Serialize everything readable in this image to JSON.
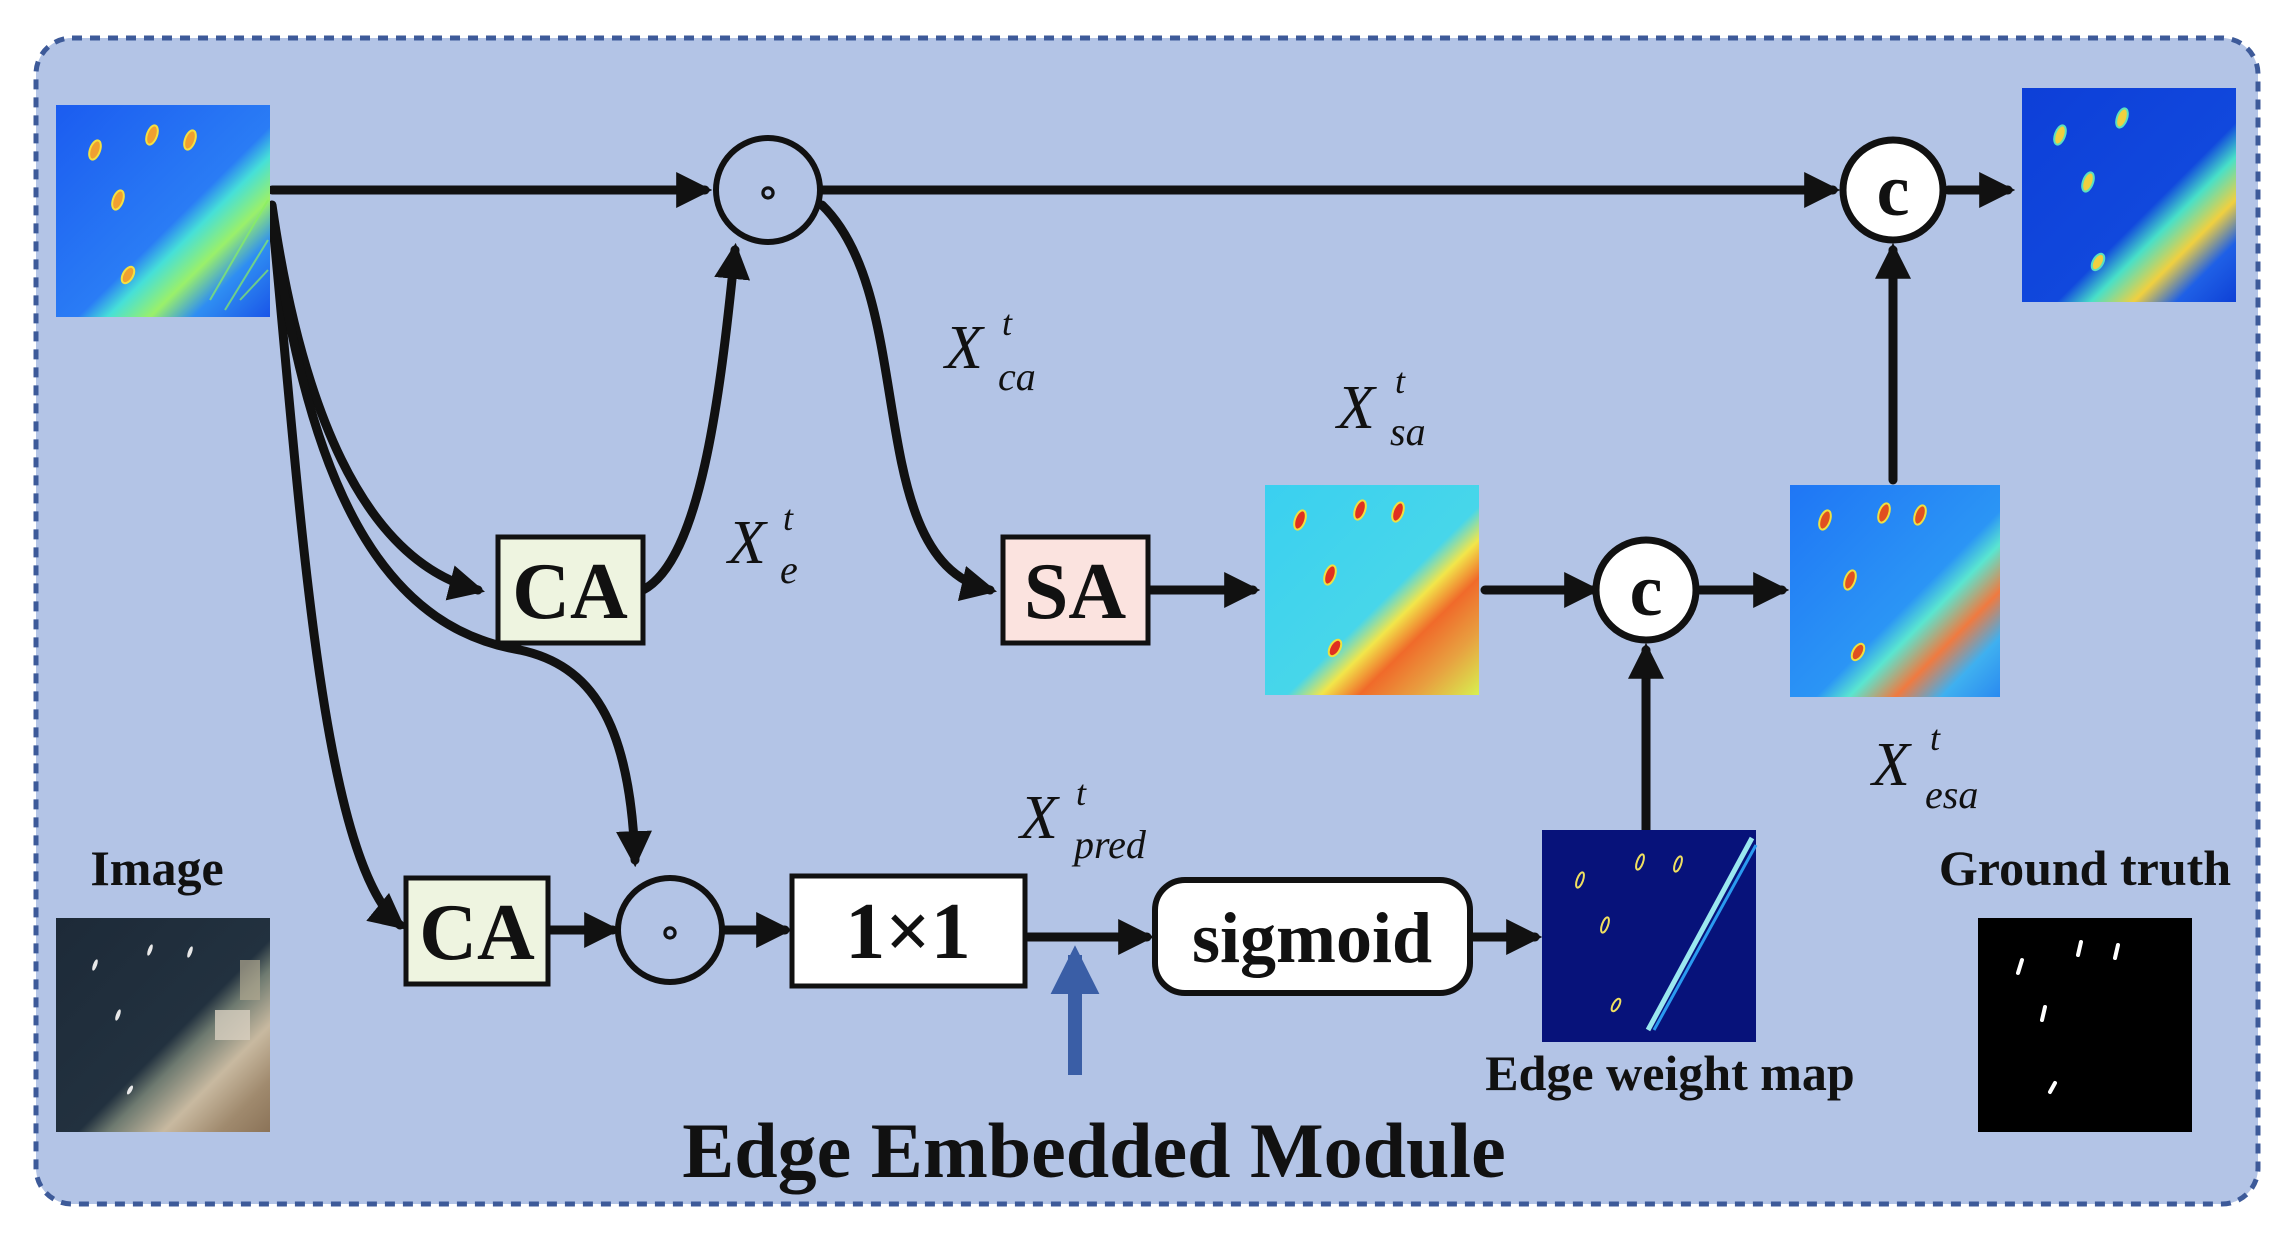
{
  "blocks": {
    "ca_top": "CA",
    "ca_bottom": "CA",
    "sa": "SA",
    "conv": "1×1",
    "sigmoid": "sigmoid"
  },
  "ops": {
    "hadamard": "∘",
    "concat": "c"
  },
  "math_labels": {
    "x_ca": {
      "base": "X",
      "sup": "t",
      "sub": "ca"
    },
    "x_e": {
      "base": "X",
      "sup": "t",
      "sub": "e"
    },
    "x_sa": {
      "base": "X",
      "sup": "t",
      "sub": "sa"
    },
    "x_esa": {
      "base": "X",
      "sup": "t",
      "sub": "esa"
    },
    "x_pred": {
      "base": "X",
      "sup": "t",
      "sub": "pred"
    }
  },
  "captions": {
    "image": "Image",
    "ground_truth": "Ground truth",
    "edge_weight_map": "Edge weight map",
    "module_title": "Edge Embedded Module"
  },
  "colors": {
    "panel_bg": "#b3c4e6",
    "panel_border": "#3d5a99",
    "ca_fill": "#eef4e0",
    "sa_fill": "#fbe3df",
    "arrow": "#111111",
    "indicator_arrow": "#3a5ea6"
  }
}
